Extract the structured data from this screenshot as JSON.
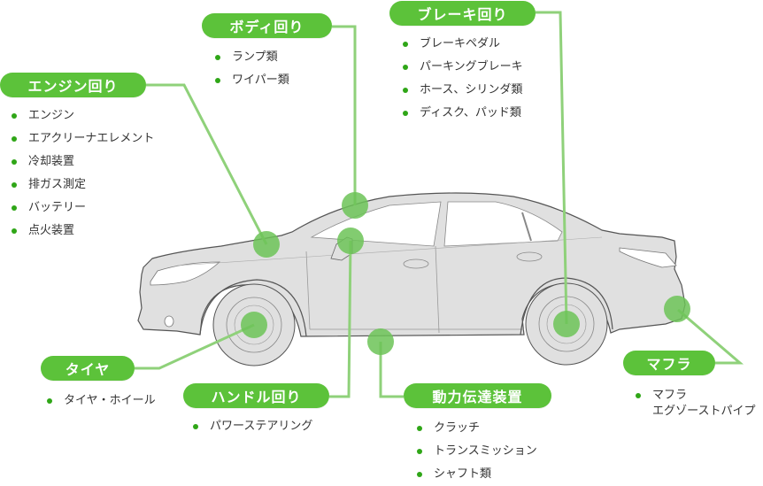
{
  "colors": {
    "accent_pill": "#5cc23a",
    "connector": "#8fd17a",
    "marker": "#6cc357",
    "bullet": "#2fa617",
    "car_body": "#e0e0e0",
    "car_outline": "#555555"
  },
  "groups": {
    "engine": {
      "title": "エンジン回り",
      "items": [
        "エンジン",
        "エアクリーナエレメント",
        "冷却装置",
        "排ガス測定",
        "バッテリー",
        "点火装置"
      ]
    },
    "body": {
      "title": "ボディ回り",
      "items": [
        "ランプ類",
        "ワイパー類"
      ]
    },
    "brake": {
      "title": "ブレーキ回り",
      "items": [
        "ブレーキペダル",
        "パーキングブレーキ",
        "ホース、シリンダ類",
        "ディスク、パッド類"
      ]
    },
    "tire": {
      "title": "タイヤ",
      "items": [
        "タイヤ・ホイール"
      ]
    },
    "steering": {
      "title": "ハンドル回り",
      "items": [
        "パワーステアリング"
      ]
    },
    "drivetrain": {
      "title": "動力伝達装置",
      "items": [
        "クラッチ",
        "トランスミッション",
        "シャフト類"
      ]
    },
    "muffler": {
      "title": "マフラ",
      "items": [
        [
          "マフラ",
          "エグゾーストパイプ"
        ]
      ]
    }
  }
}
